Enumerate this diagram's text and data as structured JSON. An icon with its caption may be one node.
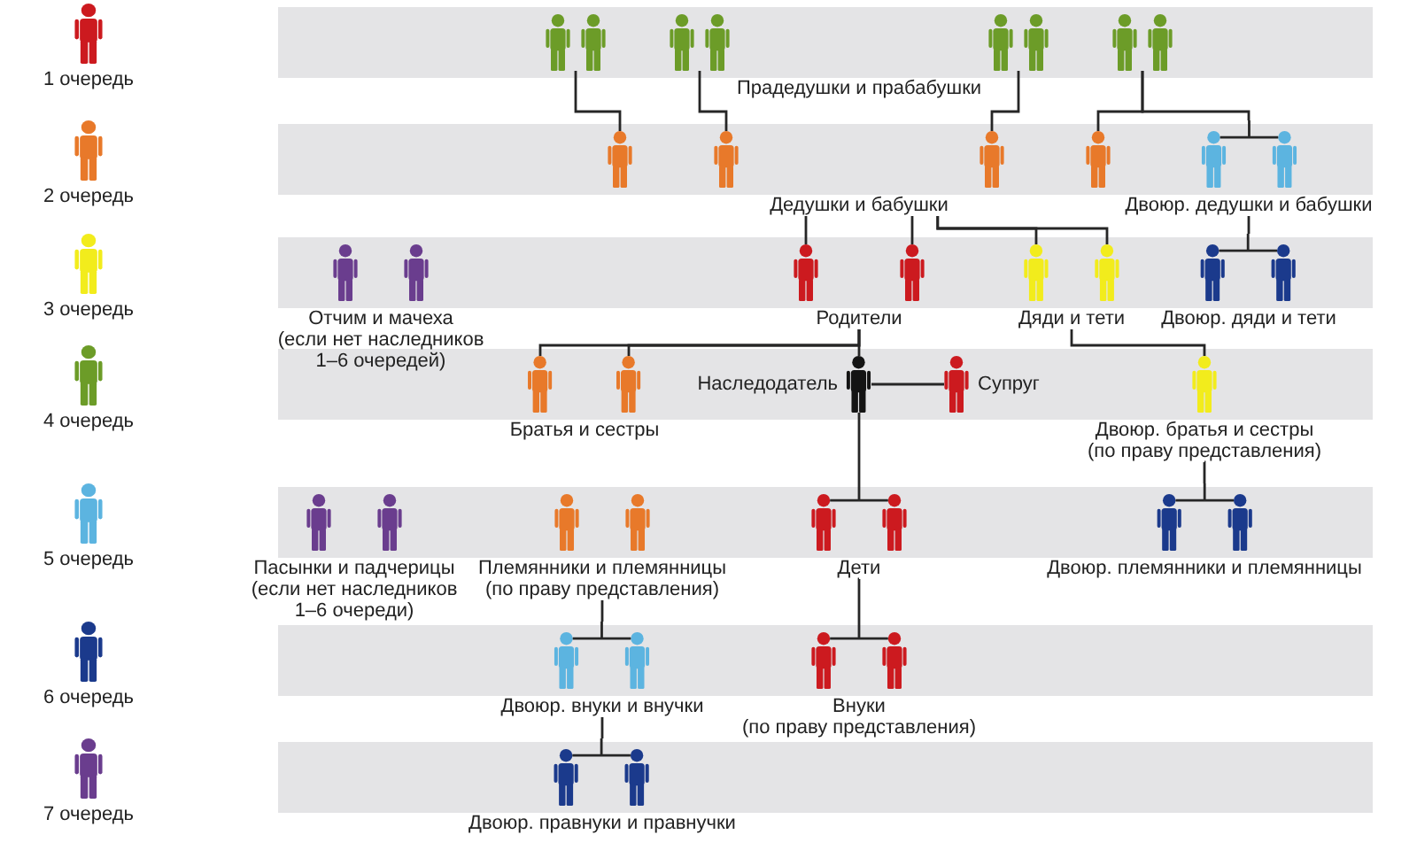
{
  "diagram": {
    "nodes": [
      {
        "text": [
          "Прадедушки и прабабушки"
        ]
      },
      {
        "text": [],
        "shape": "person",
        "in": 0
      },
      {
        "text": [],
        "shape": "person",
        "in": 0
      },
      {
        "text": [],
        "shape": "person",
        "in": 0
      },
      {
        "text": [],
        "shape": "person",
        "in": 0
      },
      {
        "text": [
          "Дедушки и бабушки"
        ]
      },
      {
        "text": [],
        "shape": "person",
        "in": 5
      },
      {
        "text": [],
        "shape": "person",
        "in": 5
      },
      {
        "text": [],
        "shape": "person",
        "in": 5
      },
      {
        "text": [],
        "shape": "person",
        "in": 5
      },
      {
        "text": [
          "Двоюр. дедушки и бабушки"
        ]
      },
      {
        "text": [
          "Отчим и мачеха",
          "(если нет наследников 1–6 очередей)"
        ]
      },
      {
        "text": [
          "Родители"
        ]
      },
      {
        "text": [],
        "shape": "person",
        "in": 12
      },
      {
        "text": [],
        "shape": "person",
        "in": 12
      },
      {
        "text": [
          "Дяди и тети"
        ]
      },
      {
        "text": [],
        "shape": "person",
        "in": 15
      },
      {
        "text": [],
        "shape": "person",
        "in": 15
      },
      {
        "text": [
          "Двоюр. дяди и тети"
        ]
      },
      {
        "text": [
          "Братья и сестры"
        ]
      },
      {
        "text": [],
        "shape": "person",
        "in": 19
      },
      {
        "text": [],
        "shape": "person",
        "in": 19
      },
      {
        "text": [
          "Наследодатель"
        ]
      },
      {
        "text": [
          "Супруг"
        ]
      },
      {
        "text": [
          "Двоюр. братья и сестры",
          "(по праву представления)"
        ]
      },
      {
        "text": [
          "Пасынки и падчерицы",
          "(если нет наследников 1–6 очереди)"
        ]
      },
      {
        "text": [
          "Племянники и племянницы",
          "(по праву представления)"
        ]
      },
      {
        "text": [
          "Дети"
        ]
      },
      {
        "text": [
          "Двоюр. племянники и племянницы"
        ]
      },
      {
        "text": [
          "Двоюр. внуки и внучки"
        ]
      },
      {
        "text": [
          "Внуки",
          "(по праву представления)"
        ]
      },
      {
        "text": [
          "Двоюр. правнуки и правнучки"
        ]
      }
    ],
    "edges": [
      {
        "from": 1,
        "to": 6,
        "arrow": "none"
      },
      {
        "from": 2,
        "to": 7,
        "arrow": "none"
      },
      {
        "from": 3,
        "to": 8,
        "arrow": "none"
      },
      {
        "from": 4,
        "to": 9,
        "arrow": "none"
      },
      {
        "from": 4,
        "to": 10,
        "arrow": "none"
      },
      {
        "from": 5,
        "to": 13,
        "arrow": "none"
      },
      {
        "from": 5,
        "to": 14,
        "arrow": "none"
      },
      {
        "from": 5,
        "to": 16,
        "arrow": "none"
      },
      {
        "from": 5,
        "to": 17,
        "arrow": "none"
      },
      {
        "from": 10,
        "to": 18,
        "arrow": "none"
      },
      {
        "from": 12,
        "to": 20,
        "arrow": "none"
      },
      {
        "from": 12,
        "to": 21,
        "arrow": "none"
      },
      {
        "from": 12,
        "to": 22,
        "arrow": "none"
      },
      {
        "from": 15,
        "to": 24,
        "arrow": "none"
      },
      {
        "from": 22,
        "to": 23,
        "arrow": "none"
      },
      {
        "from": 22,
        "to": 27,
        "arrow": "none"
      },
      {
        "from": 24,
        "to": 28,
        "arrow": "none"
      },
      {
        "from": 26,
        "to": 29,
        "arrow": "none"
      },
      {
        "from": 27,
        "to": 30,
        "arrow": "none"
      },
      {
        "from": 29,
        "to": 31,
        "arrow": "none"
      }
    ],
    "legend": [
      {
        "text": "1 очередь",
        "color": "#cc1a1f"
      },
      {
        "text": "2 очередь",
        "color": "#e8792a"
      },
      {
        "text": "3 очередь",
        "color": "#f2ec1c"
      },
      {
        "text": "4 очередь",
        "color": "#6c9c28"
      },
      {
        "text": "5 очередь",
        "color": "#5cb4e0"
      },
      {
        "text": "6 очередь",
        "color": "#1b3a8c"
      },
      {
        "text": "7 очередь",
        "color": "#6a3d8e"
      }
    ]
  }
}
